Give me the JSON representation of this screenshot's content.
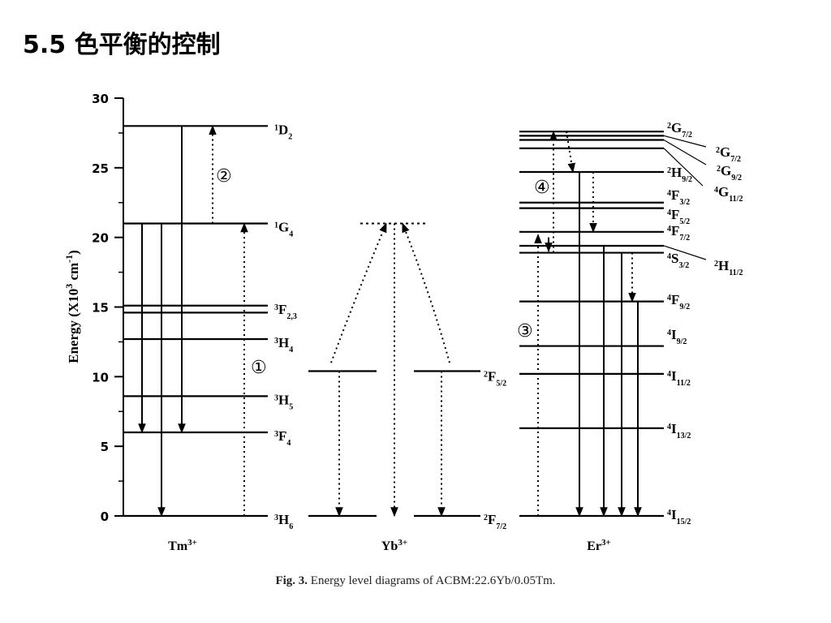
{
  "page_title": "5.5 色平衡的控制",
  "caption": {
    "label": "Fig. 3.",
    "text": " Energy level diagrams of ACBM:22.6Yb/0.05Tm."
  },
  "y_axis": {
    "label": "Energy",
    "unit_html": "(X10<tspan baseline-shift='super' font-size='12'>3</tspan> cm<tspan baseline-shift='super' font-size='12'>-1</tspan>)",
    "ticks": [
      "0",
      "5",
      "10",
      "15",
      "20",
      "25",
      "30"
    ],
    "range": [
      0,
      30
    ]
  },
  "ions": {
    "tm": {
      "base": "Tm",
      "sup": "3+"
    },
    "yb": {
      "base": "Yb",
      "sup": "3+"
    },
    "er": {
      "base": "Er",
      "sup": "3+"
    }
  },
  "circled": {
    "c1": "①",
    "c2": "②",
    "c3": "③",
    "c4": "④"
  },
  "tm_levels": [
    {
      "e": 28.0,
      "pre": "1",
      "main": "D",
      "sub": "2"
    },
    {
      "e": 21.0,
      "pre": "1",
      "main": "G",
      "sub": "4"
    },
    {
      "e": 15.1,
      "pre": "3",
      "main": "F",
      "sub": "2,3"
    },
    {
      "e": 14.6,
      "pre": "",
      "main": "",
      "sub": ""
    },
    {
      "e": 12.7,
      "pre": "3",
      "main": "H",
      "sub": "4"
    },
    {
      "e": 8.6,
      "pre": "3",
      "main": "H",
      "sub": "5"
    },
    {
      "e": 6.0,
      "pre": "3",
      "main": "F",
      "sub": "4"
    },
    {
      "e": 0.0,
      "pre": "3",
      "main": "H",
      "sub": "6"
    }
  ],
  "yb_levels": [
    {
      "e": 10.4,
      "pre": "2",
      "main": "F",
      "sub": "5/2"
    },
    {
      "e": 0.0,
      "pre": "2",
      "main": "F",
      "sub": "7/2"
    }
  ],
  "yb_virtual_level": 21.0,
  "er_levels": [
    {
      "e": 27.6,
      "pre": "2",
      "main": "G",
      "sub": "7/2"
    },
    {
      "e": 27.3,
      "pre": "2",
      "main": "G",
      "sub": "7/2"
    },
    {
      "e": 27.0,
      "pre": "2",
      "main": "G",
      "sub": "9/2"
    },
    {
      "e": 26.4,
      "pre": "4",
      "main": "G",
      "sub": "11/2"
    },
    {
      "e": 24.7,
      "pre": "2",
      "main": "H",
      "sub": "9/2"
    },
    {
      "e": 22.5,
      "pre": "4",
      "main": "F",
      "sub": "3/2"
    },
    {
      "e": 22.1,
      "pre": "4",
      "main": "F",
      "sub": "5/2"
    },
    {
      "e": 20.4,
      "pre": "4",
      "main": "F",
      "sub": "7/2"
    },
    {
      "e": 19.4,
      "pre": "2",
      "main": "H",
      "sub": "11/2"
    },
    {
      "e": 18.9,
      "pre": "4",
      "main": "S",
      "sub": "3/2"
    },
    {
      "e": 15.4,
      "pre": "4",
      "main": "F",
      "sub": "9/2"
    },
    {
      "e": 12.2,
      "pre": "4",
      "main": "I",
      "sub": "9/2"
    },
    {
      "e": 10.2,
      "pre": "4",
      "main": "I",
      "sub": "11/2"
    },
    {
      "e": 6.3,
      "pre": "4",
      "main": "I",
      "sub": "13/2"
    },
    {
      "e": 0.0,
      "pre": "4",
      "main": "I",
      "sub": "15/2"
    }
  ]
}
